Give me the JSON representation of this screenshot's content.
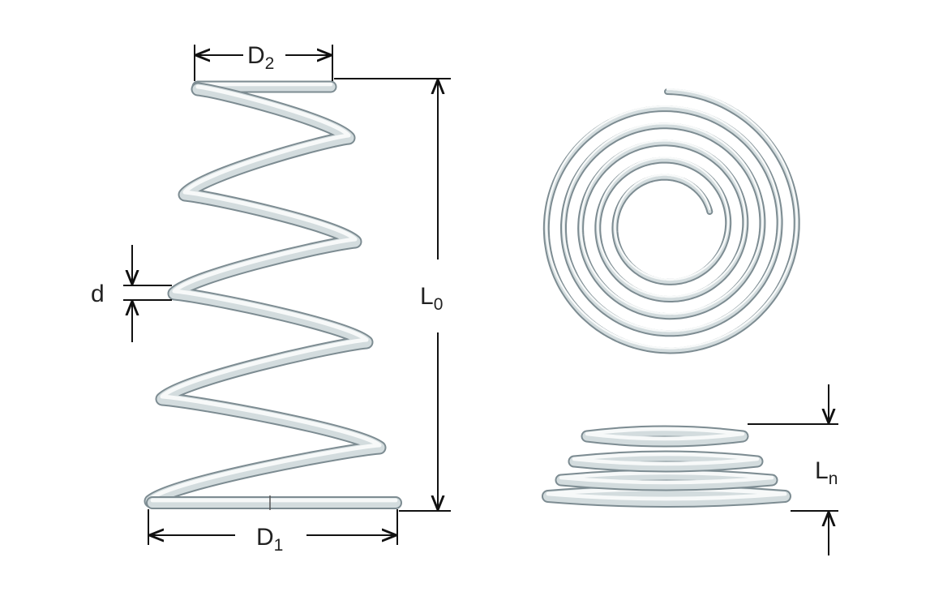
{
  "labels": {
    "D2": {
      "main": "D",
      "sub": "2"
    },
    "D1": {
      "main": "D",
      "sub": "1"
    },
    "L0": {
      "main": "L",
      "sub": "0"
    },
    "Ln": {
      "main": "L",
      "sub": "n"
    },
    "d": {
      "main": "d"
    }
  },
  "colors": {
    "wire_edge": "#7d8c92",
    "wire_body": "#d3dcde",
    "wire_highlight": "#f7f9f9",
    "dimension": "#111111"
  }
}
